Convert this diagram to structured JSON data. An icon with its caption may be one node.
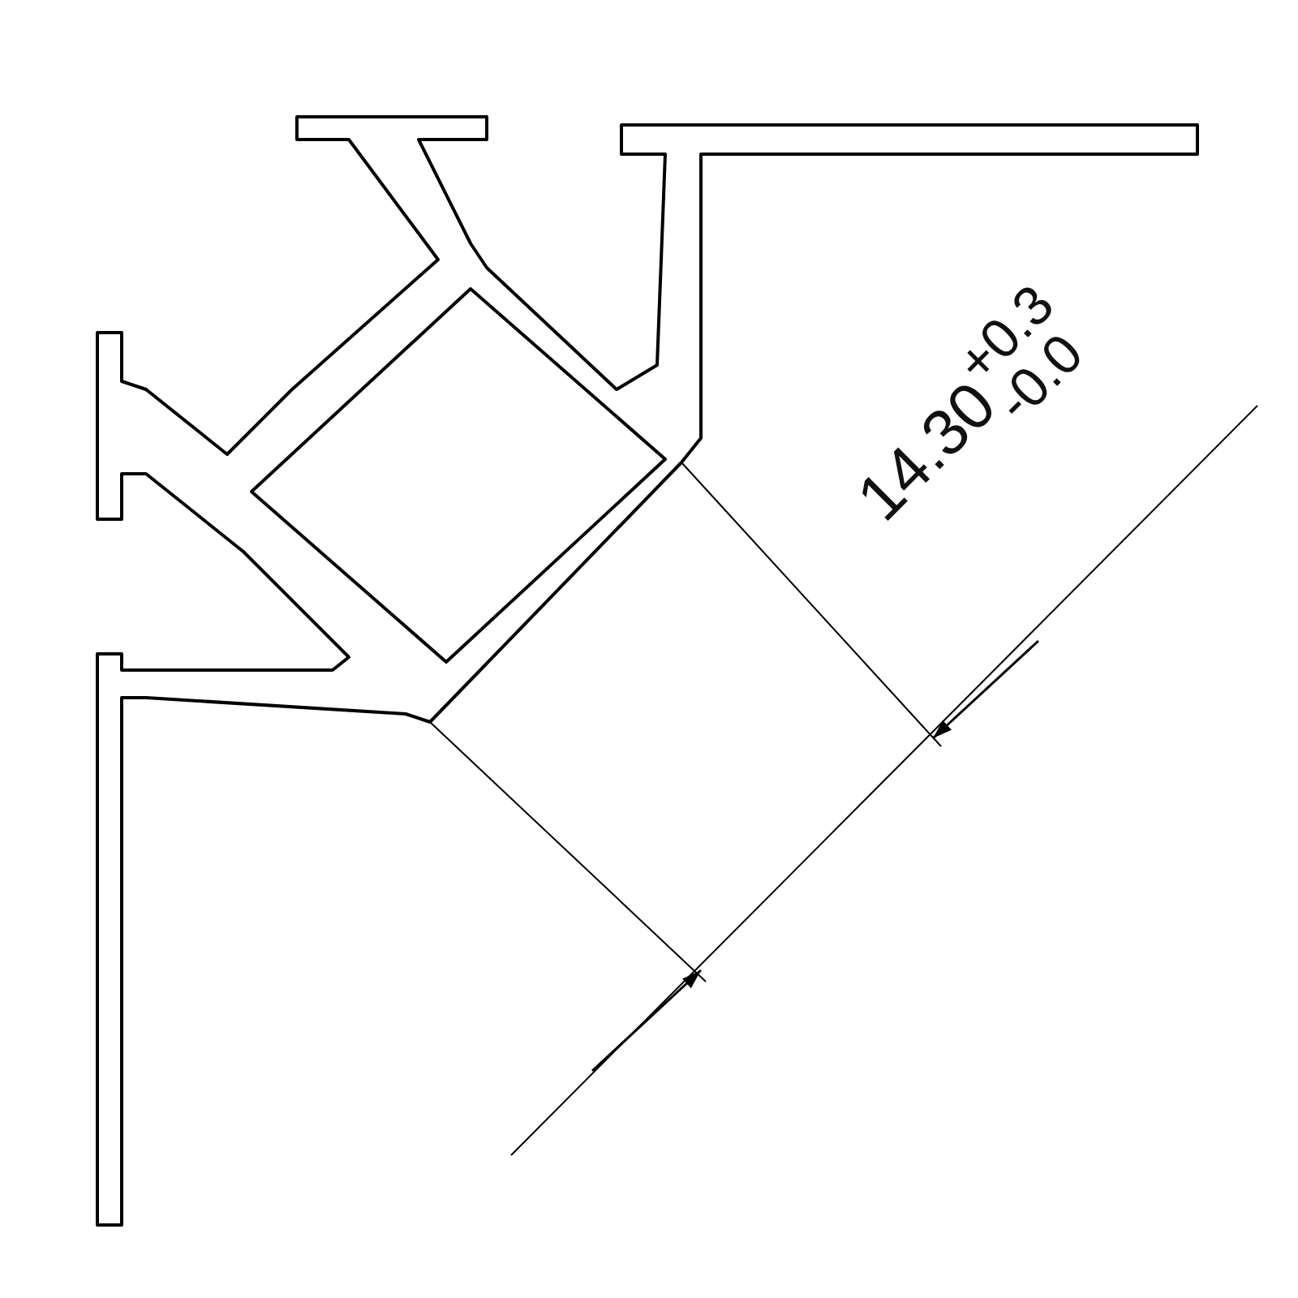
{
  "diagram": {
    "labels": [
      "14.30",
      "+0.3",
      "-0.0"
    ]
  }
}
